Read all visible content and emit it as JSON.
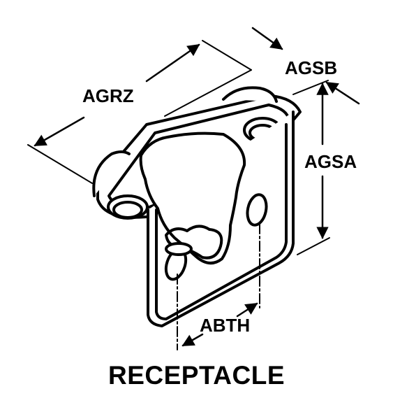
{
  "labels": {
    "agrz": "AGRZ",
    "agsb": "AGSB",
    "agsa": "AGSA",
    "abth": "ABTH"
  },
  "caption": "RECEPTACLE",
  "colors": {
    "ink": "#000000",
    "paper": "#ffffff"
  }
}
